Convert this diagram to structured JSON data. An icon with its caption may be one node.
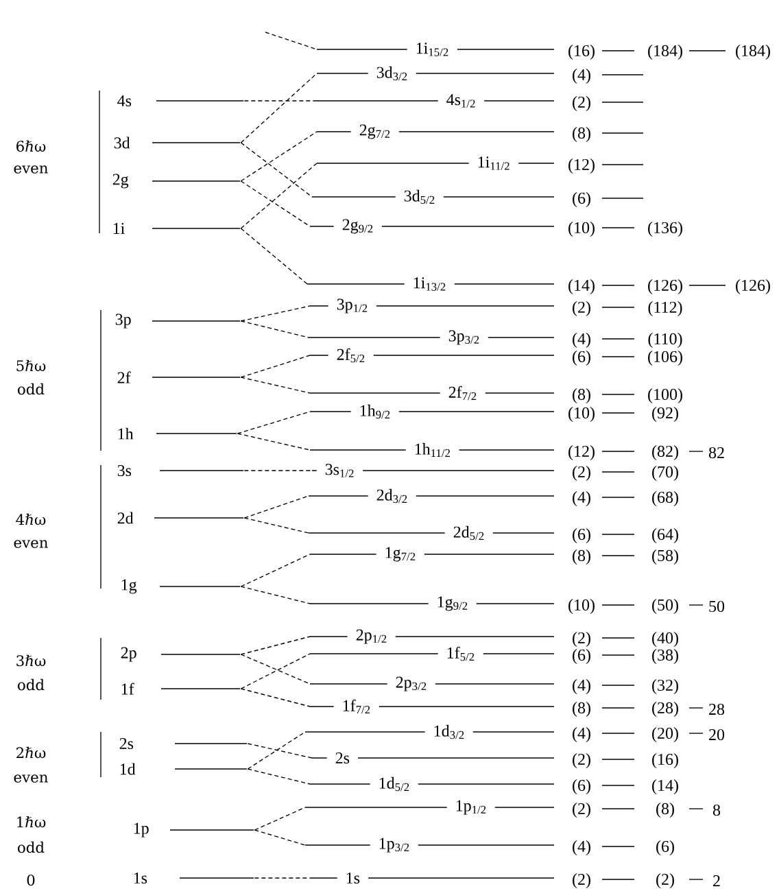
{
  "diagram": {
    "nodes": [
      {
        "text": [
          "4s"
        ]
      },
      {
        "text": [
          "3d"
        ]
      },
      {
        "text": [
          "2g"
        ]
      },
      {
        "text": [
          "1i"
        ]
      },
      {
        "text": [
          "3p"
        ]
      },
      {
        "text": [
          "2f"
        ]
      },
      {
        "text": [
          "1h"
        ]
      },
      {
        "text": [
          "3s"
        ]
      },
      {
        "text": [
          "2d"
        ]
      },
      {
        "text": [
          "1g"
        ]
      },
      {
        "text": [
          "2p"
        ]
      },
      {
        "text": [
          "1f"
        ]
      },
      {
        "text": [
          "2s"
        ]
      },
      {
        "text": [
          "1d"
        ]
      },
      {
        "text": [
          "1p"
        ]
      },
      {
        "text": [
          "1s"
        ]
      },
      {
        "text": [
          "1i$_{15/2}$"
        ],
        "beside": [
          "(16)",
          "(184)",
          "(184)"
        ]
      },
      {
        "text": [
          "3d$_{3/2}$"
        ],
        "beside": [
          "(4)"
        ]
      },
      {
        "text": [
          "4s$_{1/2}$"
        ],
        "beside": [
          "(2)"
        ]
      },
      {
        "text": [
          "2g$_{7/2}$"
        ],
        "beside": [
          "(8)"
        ]
      },
      {
        "text": [
          "1i$_{11/2}$"
        ],
        "beside": [
          "(12)"
        ]
      },
      {
        "text": [
          "3d$_{5/2}$"
        ],
        "beside": [
          "(6)"
        ]
      },
      {
        "text": [
          "2g$_{9/2}$"
        ],
        "beside": [
          "(10)",
          "(136)"
        ]
      },
      {
        "text": [
          "1i$_{13/2}$"
        ],
        "beside": [
          "(14)",
          "(126)",
          "(126)"
        ]
      },
      {
        "text": [
          "3p$_{1/2}$"
        ],
        "beside": [
          "(2)",
          "(112)"
        ]
      },
      {
        "text": [
          "3p$_{3/2}$"
        ],
        "beside": [
          "(4)",
          "(110)"
        ]
      },
      {
        "text": [
          "2f$_{5/2}$"
        ],
        "beside": [
          "(6)",
          "(106)"
        ]
      },
      {
        "text": [
          "2f$_{7/2}$"
        ],
        "beside": [
          "(8)",
          "(100)"
        ]
      },
      {
        "text": [
          "1h$_{9/2}$"
        ],
        "beside": [
          "(10)",
          "(92)"
        ]
      },
      {
        "text": [
          "1h$_{11/2}$"
        ],
        "beside": [
          "(12)",
          "(82)",
          "82"
        ]
      },
      {
        "text": [
          "3s$_{1/2}$"
        ],
        "beside": [
          "(2)",
          "(70)"
        ]
      },
      {
        "text": [
          "2d$_{3/2}$"
        ],
        "beside": [
          "(4)",
          "(68)"
        ]
      },
      {
        "text": [
          "2d$_{5/2}$"
        ],
        "beside": [
          "(6)",
          "(64)"
        ]
      },
      {
        "text": [
          "1g$_{7/2}$"
        ],
        "beside": [
          "(8)",
          "(58)"
        ]
      },
      {
        "text": [
          "1g$_{9/2}$"
        ],
        "beside": [
          "(10)",
          "(50)",
          "50"
        ]
      },
      {
        "text": [
          "2p$_{1/2}$"
        ],
        "beside": [
          "(2)",
          "(40)"
        ]
      },
      {
        "text": [
          "1f$_{5/2}$"
        ],
        "beside": [
          "(6)",
          "(38)"
        ]
      },
      {
        "text": [
          "2p$_{3/2}$"
        ],
        "beside": [
          "(4)",
          "(32)"
        ]
      },
      {
        "text": [
          "1f$_{7/2}$"
        ],
        "beside": [
          "(8)",
          "(28)",
          "28"
        ]
      },
      {
        "text": [
          "1d$_{3/2}$"
        ],
        "beside": [
          "(4)",
          "(20)",
          "20"
        ]
      },
      {
        "text": [
          "2s"
        ],
        "beside": [
          "(2)",
          "(16)"
        ]
      },
      {
        "text": [
          "1d$_{5/2}$"
        ],
        "beside": [
          "(6)",
          "(14)"
        ]
      },
      {
        "text": [
          "1p$_{1/2}$"
        ],
        "beside": [
          "(2)",
          "(8)",
          "8"
        ]
      },
      {
        "text": [
          "1p$_{3/2}$"
        ],
        "beside": [
          "(4)",
          "(6)"
        ]
      },
      {
        "text": [
          "1s"
        ],
        "beside": [
          "(2)",
          "(2)",
          "2"
        ]
      }
    ],
    "edges": [
      {
        "from": null,
        "to": 16,
        "arrow": "none",
        "style": "dashed"
      },
      {
        "from": 0,
        "to": 18,
        "arrow": "none",
        "style": "dashed"
      },
      {
        "from": 1,
        "to": 17,
        "arrow": "none",
        "style": "dashed"
      },
      {
        "from": 1,
        "to": 21,
        "arrow": "none",
        "style": "dashed"
      },
      {
        "from": 2,
        "to": 19,
        "arrow": "none",
        "style": "dashed"
      },
      {
        "from": 2,
        "to": 22,
        "arrow": "none",
        "style": "dashed"
      },
      {
        "from": 3,
        "to": 20,
        "arrow": "none",
        "style": "dashed"
      },
      {
        "from": 3,
        "to": 23,
        "arrow": "none",
        "style": "dashed"
      },
      {
        "from": 4,
        "to": 24,
        "arrow": "none",
        "style": "dashed"
      },
      {
        "from": 4,
        "to": 25,
        "arrow": "none",
        "style": "dashed"
      },
      {
        "from": 5,
        "to": 26,
        "arrow": "none",
        "style": "dashed"
      },
      {
        "from": 5,
        "to": 27,
        "arrow": "none",
        "style": "dashed"
      },
      {
        "from": 6,
        "to": 28,
        "arrow": "none",
        "style": "dashed"
      },
      {
        "from": 6,
        "to": 29,
        "arrow": "none",
        "style": "dashed"
      },
      {
        "from": 7,
        "to": 30,
        "arrow": "none",
        "style": "dashed"
      },
      {
        "from": 8,
        "to": 31,
        "arrow": "none",
        "style": "dashed"
      },
      {
        "from": 8,
        "to": 32,
        "arrow": "none",
        "style": "dashed"
      },
      {
        "from": 9,
        "to": 33,
        "arrow": "none",
        "style": "dashed"
      },
      {
        "from": 9,
        "to": 34,
        "arrow": "none",
        "style": "dashed"
      },
      {
        "from": 10,
        "to": 35,
        "arrow": "none",
        "style": "dashed"
      },
      {
        "from": 10,
        "to": 37,
        "arrow": "none",
        "style": "dashed"
      },
      {
        "from": 11,
        "to": 36,
        "arrow": "none",
        "style": "dashed"
      },
      {
        "from": 11,
        "to": 38,
        "arrow": "none",
        "style": "dashed"
      },
      {
        "from": 12,
        "to": 40,
        "arrow": "none",
        "style": "dashed"
      },
      {
        "from": 13,
        "to": 39,
        "arrow": "none",
        "style": "dashed"
      },
      {
        "from": 13,
        "to": 41,
        "arrow": "none",
        "style": "dashed"
      },
      {
        "from": 14,
        "to": 42,
        "arrow": "none",
        "style": "dashed"
      },
      {
        "from": 14,
        "to": 43,
        "arrow": "none",
        "style": "dashed"
      },
      {
        "from": 15,
        "to": 44,
        "arrow": "none",
        "style": "dashed"
      }
    ],
    "labels": [
      "6ℏω",
      "even",
      "5ℏω",
      "odd",
      "4ℏω",
      "even",
      "3ℏω",
      "odd",
      "2ℏω",
      "even",
      "1ℏω",
      "odd",
      "0"
    ]
  }
}
